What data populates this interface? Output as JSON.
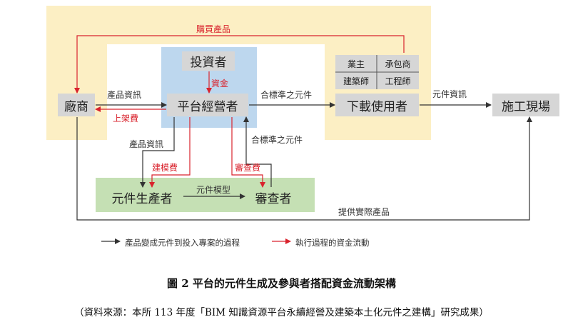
{
  "diagram": {
    "nodes": {
      "investor": "投資者",
      "platform_operator": "平台經營者",
      "manufacturer": "廠商",
      "download_user": "下載使用者",
      "construction_site": "施工現場",
      "component_producer": "元件生產者",
      "reviewer": "審查者"
    },
    "user_roles": [
      "業主",
      "承包商",
      "建築師",
      "工程師"
    ],
    "edge_labels": {
      "purchase_product": "購買產品",
      "product_info_top": "產品資訊",
      "listing_fee": "上架費",
      "capital": "資金",
      "standard_component_1": "合標準之元件",
      "component_info": "元件資訊",
      "product_info_left": "產品資訊",
      "modeling_fee": "建模費",
      "review_fee": "審查費",
      "standard_component_2": "合標準之元件",
      "component_model": "元件模型",
      "provide_actual_product": "提供實際產品"
    },
    "colors": {
      "yellow_region": "#fcefc4",
      "blue_region": "#bdd7ee",
      "green_region": "#c5e0b4",
      "gray_box": "#d6d6d6",
      "red_flow": "#d9232d",
      "black_flow": "#333333"
    }
  },
  "legend": {
    "black_arrow": "產品變成元件到投入專案的過程",
    "red_arrow": "執行過程的資金流動"
  },
  "caption": {
    "title": "圖 2  平台的元件生成及參與者搭配資金流動架構",
    "source": "（資料來源：本所 113 年度「BIM 知識資源平台永續經營及建築本土化元件之建構」研究成果）"
  }
}
